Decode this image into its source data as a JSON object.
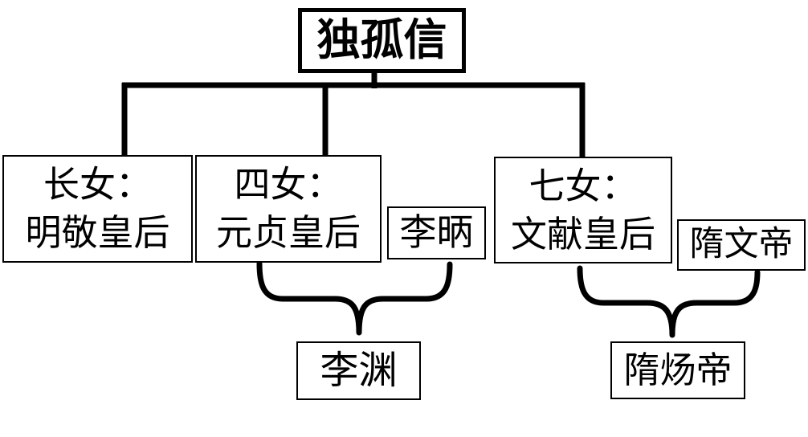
{
  "diagram": {
    "colors": {
      "line": "#000000",
      "box_background": "#ffffff",
      "text": "#000000"
    },
    "nodes": {
      "root": {
        "label": "独孤信"
      },
      "daughter1": {
        "line1": "长女：",
        "line2": "明敬皇后"
      },
      "daughter2": {
        "line1": "四女：",
        "line2": "元贞皇后"
      },
      "daughter3": {
        "line1": "七女：",
        "line2": "文献皇后"
      },
      "spouse_li_bing": {
        "label": "李昞"
      },
      "spouse_sui_wendi": {
        "label": "隋文帝"
      },
      "child_li_yuan": {
        "label": "李渊"
      },
      "child_sui_yangdi": {
        "label": "隋炀帝"
      }
    }
  }
}
